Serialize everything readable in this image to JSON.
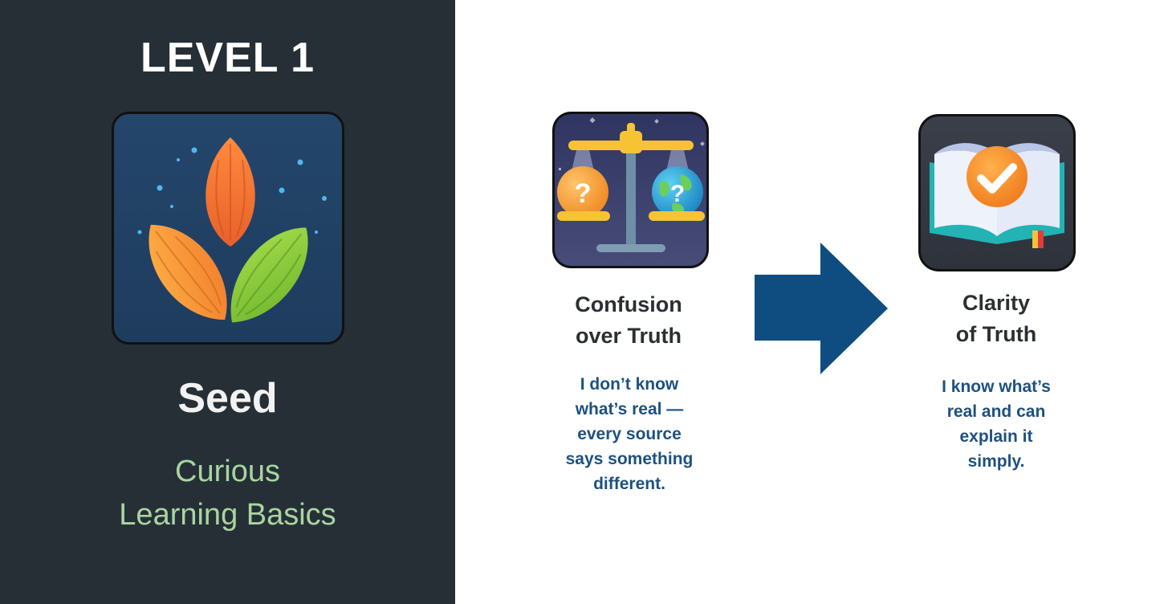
{
  "level": {
    "title": "LEVEL 1",
    "icon": "seed-leaves-icon",
    "name": "Seed",
    "subtitle_lines": [
      "Curious",
      "Learning Basics"
    ]
  },
  "from_state": {
    "icon": "balance-scale-icon",
    "title_lines": [
      "Confusion",
      "over Truth"
    ],
    "description_lines": [
      "I don’t know",
      "what’s real —",
      "every source",
      "says something",
      "different."
    ]
  },
  "transition": {
    "icon": "right-arrow-icon"
  },
  "to_state": {
    "icon": "open-book-check-icon",
    "title_lines": [
      "Clarity",
      "of Truth"
    ],
    "description_lines": [
      "I know what’s",
      "real and can",
      "explain it",
      "simply."
    ]
  },
  "colors": {
    "left_panel": "#262f36",
    "subtitle_green": "#a8d5a0",
    "description_blue": "#1d5180",
    "arrow_blue": "#0f4d80",
    "title_dark": "#2b2f33"
  }
}
